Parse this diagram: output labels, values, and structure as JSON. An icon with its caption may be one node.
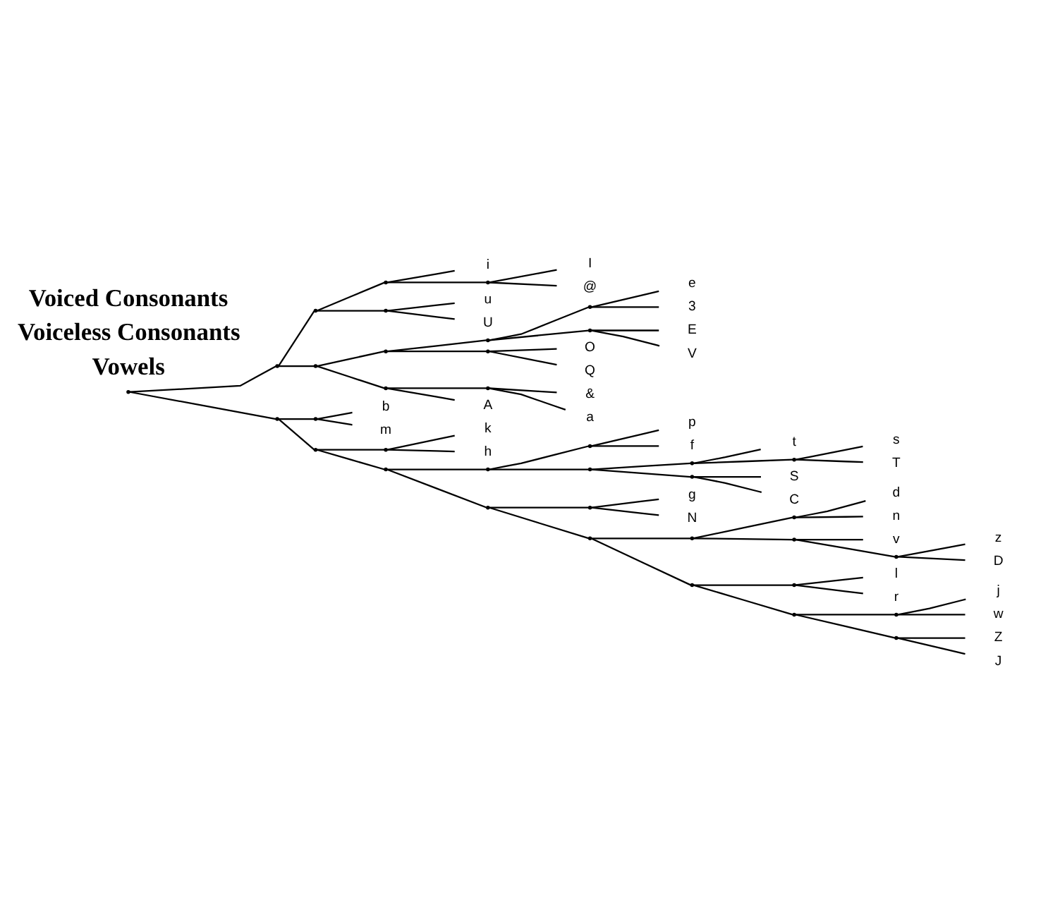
{
  "diagram": {
    "nodes": [
      {
        "text": [],
        "shape": "point"
      },
      {
        "text": [],
        "shape": "point"
      },
      {
        "text": [],
        "shape": "point"
      },
      {
        "text": [],
        "shape": "point"
      },
      {
        "text": [
          "i"
        ]
      },
      {
        "text": [],
        "shape": "point"
      },
      {
        "text": [
          "I"
        ]
      },
      {
        "text": [
          "@"
        ]
      },
      {
        "text": [],
        "shape": "point"
      },
      {
        "text": [
          "u"
        ]
      },
      {
        "text": [
          "U"
        ]
      },
      {
        "text": [],
        "shape": "point"
      },
      {
        "text": [],
        "shape": "point"
      },
      {
        "text": [],
        "shape": "point"
      },
      {
        "text": [],
        "shape": "point"
      },
      {
        "text": [
          "e"
        ]
      },
      {
        "text": [
          "3"
        ]
      },
      {
        "text": [],
        "shape": "point"
      },
      {
        "text": [
          "E"
        ]
      },
      {
        "text": [
          "V"
        ]
      },
      {
        "text": [],
        "shape": "point"
      },
      {
        "text": [
          "O"
        ]
      },
      {
        "text": [
          "Q"
        ]
      },
      {
        "text": [],
        "shape": "point"
      },
      {
        "text": [],
        "shape": "point"
      },
      {
        "text": [
          "&"
        ]
      },
      {
        "text": [
          "a"
        ]
      },
      {
        "text": [
          "A"
        ]
      },
      {
        "text": [],
        "shape": "point"
      },
      {
        "text": [],
        "shape": "point"
      },
      {
        "text": [
          "b"
        ]
      },
      {
        "text": [
          "m"
        ]
      },
      {
        "text": [],
        "shape": "point"
      },
      {
        "text": [],
        "shape": "point"
      },
      {
        "text": [
          "k"
        ]
      },
      {
        "text": [
          "h"
        ]
      },
      {
        "text": [],
        "shape": "point"
      },
      {
        "text": [],
        "shape": "point"
      },
      {
        "text": [],
        "shape": "point"
      },
      {
        "text": [
          "p"
        ]
      },
      {
        "text": [
          "f"
        ]
      },
      {
        "text": [],
        "shape": "point"
      },
      {
        "text": [],
        "shape": "point"
      },
      {
        "text": [
          "t"
        ]
      },
      {
        "text": [],
        "shape": "point"
      },
      {
        "text": [
          "s"
        ]
      },
      {
        "text": [
          "T"
        ]
      },
      {
        "text": [],
        "shape": "point"
      },
      {
        "text": [
          "S"
        ]
      },
      {
        "text": [
          "C"
        ]
      },
      {
        "text": [],
        "shape": "point"
      },
      {
        "text": [],
        "shape": "point"
      },
      {
        "text": [
          "g"
        ]
      },
      {
        "text": [
          "N"
        ]
      },
      {
        "text": [],
        "shape": "point"
      },
      {
        "text": [],
        "shape": "point"
      },
      {
        "text": [],
        "shape": "point"
      },
      {
        "text": [
          "d"
        ]
      },
      {
        "text": [
          "n"
        ]
      },
      {
        "text": [],
        "shape": "point"
      },
      {
        "text": [
          "v"
        ]
      },
      {
        "text": [],
        "shape": "point"
      },
      {
        "text": [
          "z"
        ]
      },
      {
        "text": [
          "D"
        ]
      },
      {
        "text": [],
        "shape": "point"
      },
      {
        "text": [],
        "shape": "point"
      },
      {
        "text": [
          "l"
        ]
      },
      {
        "text": [
          "r"
        ]
      },
      {
        "text": [],
        "shape": "point"
      },
      {
        "text": [],
        "shape": "point"
      },
      {
        "text": [
          "j"
        ]
      },
      {
        "text": [
          "w"
        ]
      },
      {
        "text": [],
        "shape": "point"
      },
      {
        "text": [
          "Z"
        ]
      },
      {
        "text": [
          "J"
        ]
      }
    ],
    "edges": [
      {
        "from": 0,
        "to": 1,
        "arrow": "none"
      },
      {
        "from": 0,
        "to": 28,
        "arrow": "none"
      },
      {
        "from": 1,
        "to": 2,
        "arrow": "none"
      },
      {
        "from": 1,
        "to": 11,
        "arrow": "none"
      },
      {
        "from": 2,
        "to": 3,
        "arrow": "none"
      },
      {
        "from": 2,
        "to": 8,
        "arrow": "none"
      },
      {
        "from": 3,
        "to": 4,
        "arrow": "none"
      },
      {
        "from": 3,
        "to": 5,
        "arrow": "none"
      },
      {
        "from": 5,
        "to": 6,
        "arrow": "none"
      },
      {
        "from": 5,
        "to": 7,
        "arrow": "none"
      },
      {
        "from": 8,
        "to": 9,
        "arrow": "none"
      },
      {
        "from": 8,
        "to": 10,
        "arrow": "none"
      },
      {
        "from": 11,
        "to": 12,
        "arrow": "none"
      },
      {
        "from": 11,
        "to": 23,
        "arrow": "none"
      },
      {
        "from": 12,
        "to": 13,
        "arrow": "none"
      },
      {
        "from": 12,
        "to": 20,
        "arrow": "none"
      },
      {
        "from": 13,
        "to": 14,
        "arrow": "none"
      },
      {
        "from": 13,
        "to": 17,
        "arrow": "none"
      },
      {
        "from": 14,
        "to": 15,
        "arrow": "none"
      },
      {
        "from": 14,
        "to": 16,
        "arrow": "none"
      },
      {
        "from": 17,
        "to": 18,
        "arrow": "none"
      },
      {
        "from": 17,
        "to": 19,
        "arrow": "none"
      },
      {
        "from": 20,
        "to": 21,
        "arrow": "none"
      },
      {
        "from": 20,
        "to": 22,
        "arrow": "none"
      },
      {
        "from": 23,
        "to": 24,
        "arrow": "none"
      },
      {
        "from": 23,
        "to": 27,
        "arrow": "none"
      },
      {
        "from": 24,
        "to": 25,
        "arrow": "none"
      },
      {
        "from": 24,
        "to": 26,
        "arrow": "none"
      },
      {
        "from": 28,
        "to": 29,
        "arrow": "none"
      },
      {
        "from": 28,
        "to": 32,
        "arrow": "none"
      },
      {
        "from": 29,
        "to": 30,
        "arrow": "none"
      },
      {
        "from": 29,
        "to": 31,
        "arrow": "none"
      },
      {
        "from": 32,
        "to": 33,
        "arrow": "none"
      },
      {
        "from": 32,
        "to": 36,
        "arrow": "none"
      },
      {
        "from": 33,
        "to": 34,
        "arrow": "none"
      },
      {
        "from": 33,
        "to": 35,
        "arrow": "none"
      },
      {
        "from": 36,
        "to": 37,
        "arrow": "none"
      },
      {
        "from": 36,
        "to": 50,
        "arrow": "none"
      },
      {
        "from": 37,
        "to": 38,
        "arrow": "none"
      },
      {
        "from": 37,
        "to": 41,
        "arrow": "none"
      },
      {
        "from": 38,
        "to": 39,
        "arrow": "none"
      },
      {
        "from": 38,
        "to": 40,
        "arrow": "none"
      },
      {
        "from": 41,
        "to": 42,
        "arrow": "none"
      },
      {
        "from": 41,
        "to": 47,
        "arrow": "none"
      },
      {
        "from": 42,
        "to": 43,
        "arrow": "none"
      },
      {
        "from": 42,
        "to": 44,
        "arrow": "none"
      },
      {
        "from": 44,
        "to": 45,
        "arrow": "none"
      },
      {
        "from": 44,
        "to": 46,
        "arrow": "none"
      },
      {
        "from": 47,
        "to": 48,
        "arrow": "none"
      },
      {
        "from": 47,
        "to": 49,
        "arrow": "none"
      },
      {
        "from": 50,
        "to": 51,
        "arrow": "none"
      },
      {
        "from": 50,
        "to": 54,
        "arrow": "none"
      },
      {
        "from": 51,
        "to": 52,
        "arrow": "none"
      },
      {
        "from": 51,
        "to": 53,
        "arrow": "none"
      },
      {
        "from": 54,
        "to": 55,
        "arrow": "none"
      },
      {
        "from": 54,
        "to": 64,
        "arrow": "none"
      },
      {
        "from": 55,
        "to": 56,
        "arrow": "none"
      },
      {
        "from": 55,
        "to": 59,
        "arrow": "none"
      },
      {
        "from": 56,
        "to": 57,
        "arrow": "none"
      },
      {
        "from": 56,
        "to": 58,
        "arrow": "none"
      },
      {
        "from": 59,
        "to": 60,
        "arrow": "none"
      },
      {
        "from": 59,
        "to": 61,
        "arrow": "none"
      },
      {
        "from": 61,
        "to": 62,
        "arrow": "none"
      },
      {
        "from": 61,
        "to": 63,
        "arrow": "none"
      },
      {
        "from": 64,
        "to": 65,
        "arrow": "none"
      },
      {
        "from": 64,
        "to": 68,
        "arrow": "none"
      },
      {
        "from": 65,
        "to": 66,
        "arrow": "none"
      },
      {
        "from": 65,
        "to": 67,
        "arrow": "none"
      },
      {
        "from": 68,
        "to": 69,
        "arrow": "none"
      },
      {
        "from": 68,
        "to": 72,
        "arrow": "none"
      },
      {
        "from": 69,
        "to": 70,
        "arrow": "none"
      },
      {
        "from": 69,
        "to": 71,
        "arrow": "none"
      },
      {
        "from": 72,
        "to": 73,
        "arrow": "none"
      },
      {
        "from": 72,
        "to": 74,
        "arrow": "none"
      }
    ],
    "labels": [
      "Vowels",
      "Voiceless Consonants",
      "Voiced Consonants"
    ]
  }
}
